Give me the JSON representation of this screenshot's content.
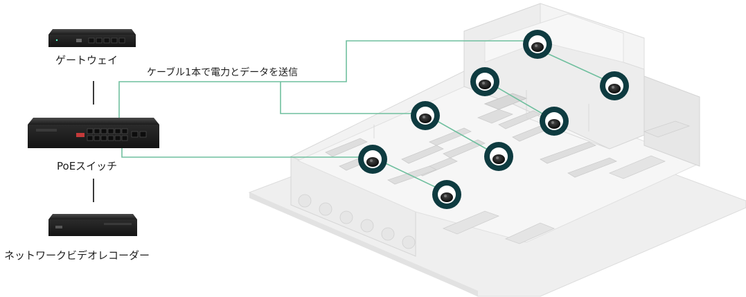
{
  "devices": {
    "gateway": {
      "label": "ゲートウェイ"
    },
    "switch": {
      "label": "PoEスイッチ"
    },
    "nvr": {
      "label": "ネットワークビデオレコーダー"
    }
  },
  "connection_label": "ケーブル1本で電力とデータを送信",
  "colors": {
    "cable": "#6fbf9e",
    "camera_body": "#0e3b40",
    "building": "#e6e6e6",
    "device": "#262626"
  },
  "camera_count": 8
}
